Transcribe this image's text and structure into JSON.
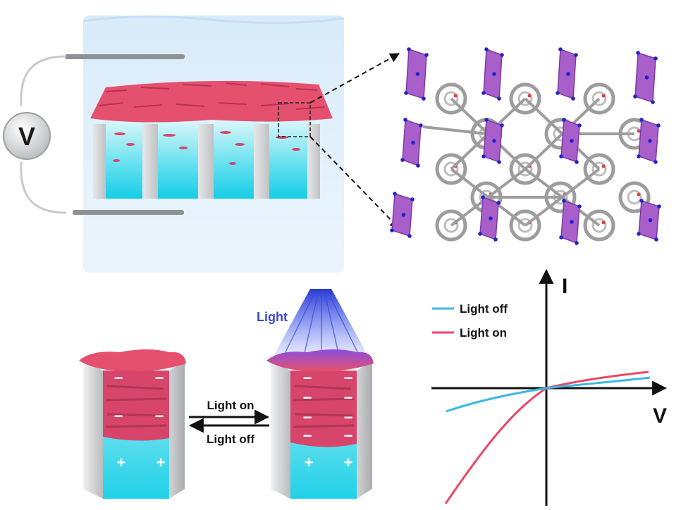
{
  "device": {
    "meter_label": "V"
  },
  "switch": {
    "light_label": "Light",
    "forward_label": "Light on",
    "reverse_label": "Light off",
    "negative_sign": "−",
    "positive_sign": "+"
  },
  "iv_plot": {
    "y_axis_label": "I",
    "x_axis_label": "V",
    "legend": [
      {
        "name": "Light off",
        "color": "#3bb8e6"
      },
      {
        "name": "Light on",
        "color": "#ea4868"
      }
    ]
  },
  "colors": {
    "membrane": "#e5506f",
    "membrane_dark": "#c73a5a",
    "electrolyte": "#28d7ec",
    "frame": "#c9cbce",
    "water": "#cfe6f8",
    "cluster": "#a85fc9",
    "atom_bond": "#9d9d9d",
    "light_beam": "#3c55dc"
  }
}
